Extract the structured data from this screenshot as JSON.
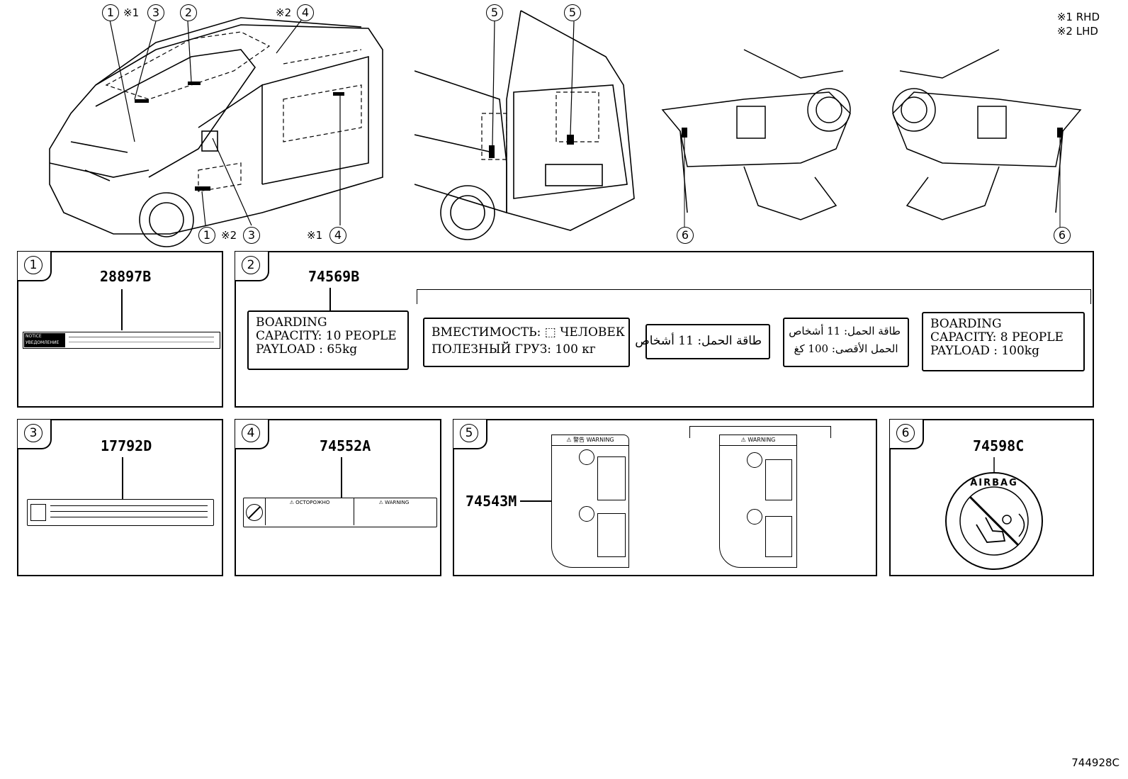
{
  "legend": {
    "note1": "※1 RHD",
    "note2": "※2 LHD"
  },
  "callouts": {
    "c1": "1",
    "c2": "2",
    "c3": "3",
    "c4": "4",
    "c5": "5",
    "c6": "6",
    "rhd_mark": "※1",
    "lhd_mark": "※2"
  },
  "panels": {
    "p1": {
      "index": "1",
      "part_number": "28897B",
      "label_small": "NOTICE УВЕДОМЛЕНИЕ"
    },
    "p2": {
      "index": "2",
      "part_number": "74569B",
      "label_en_10": {
        "line1": "BOARDING",
        "line2": "CAPACITY: 10 PEOPLE",
        "line3": "PAYLOAD  : 65kg"
      },
      "label_ru": {
        "line1": "ВМЕСТИМОСТЬ: ⬚ ЧЕЛОВЕК",
        "line2": "ПОЛЕЗНЫЙ ГРУЗ: 100 кг"
      },
      "label_ar1": {
        "line1": "طاقة الحمل: 11 أشخاص"
      },
      "label_ar2": {
        "line1": "طاقة الحمل: 11 أشخاص",
        "line2": "الحمل الأقصى: 100 كغ"
      },
      "label_en_8": {
        "line1": "BOARDING",
        "line2": "CAPACITY: 8  PEOPLE",
        "line3": "PAYLOAD  : 100kg"
      }
    },
    "p3": {
      "index": "3",
      "part_number": "17792D"
    },
    "p4": {
      "index": "4",
      "part_number": "74552A",
      "warn1": "⚠ ОСТОРОЖНО",
      "warn2": "⚠ WARNING"
    },
    "p5": {
      "index": "5",
      "part_number": "74543M",
      "warn_a": "⚠ 警告   WARNING",
      "warn_b": "⚠   WARNING"
    },
    "p6": {
      "index": "6",
      "part_number": "74598C",
      "airbag": "AIRBAG"
    }
  },
  "reference": "744928C"
}
